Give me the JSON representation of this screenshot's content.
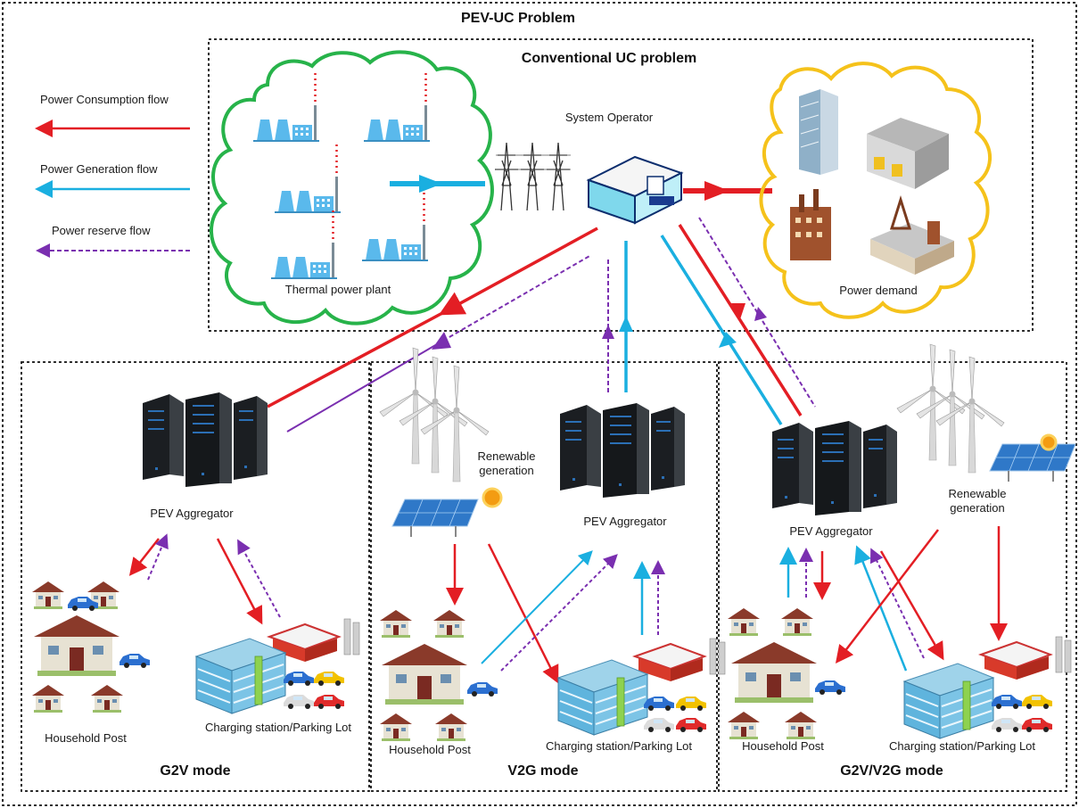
{
  "title": "PEV-UC Problem",
  "conventional": {
    "title": "Conventional UC problem",
    "plant_label": "Thermal power plant",
    "operator_label": "System Operator",
    "demand_label": "Power demand"
  },
  "legend": [
    {
      "label": "Power Consumption flow",
      "color": "#e31e24",
      "style": "solid"
    },
    {
      "label": "Power Generation flow",
      "color": "#1aafe0",
      "style": "solid"
    },
    {
      "label": "Power reserve flow",
      "color": "#7a2fb0",
      "style": "dashed"
    }
  ],
  "panels": {
    "g2v": {
      "mode": "G2V mode",
      "aggregator": "PEV Aggregator",
      "household": "Household Post",
      "station": "Charging station/Parking Lot"
    },
    "v2g": {
      "mode": "V2G mode",
      "aggregator": "PEV Aggregator",
      "renewable": "Renewable\ngeneration",
      "household": "Household Post",
      "station": "Charging station/Parking Lot"
    },
    "g2v_v2g": {
      "mode": "G2V/V2G mode",
      "aggregator": "PEV Aggregator",
      "renewable": "Renewable\ngeneration",
      "household": "Household Post",
      "station": "Charging station/Parking Lot"
    }
  },
  "colors": {
    "consumption": "#e31e24",
    "generation": "#1aafe0",
    "reserve": "#7a2fb0",
    "plant_cloud": "#27b34a",
    "demand_cloud": "#f5c21b",
    "plant_icon": "#5ab9ec"
  }
}
